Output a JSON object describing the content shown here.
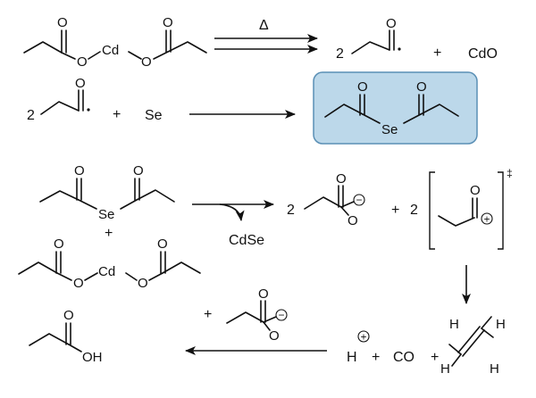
{
  "scheme": {
    "reaction1": {
      "reactant": [
        "O",
        "Cd",
        "O",
        "O",
        "O"
      ],
      "arrow_label": "Δ",
      "coef": "2",
      "acyl_O": "O",
      "plus": "+",
      "cdo": "CdO"
    },
    "reaction2": {
      "coef": "2",
      "acyl_O": "O",
      "plus": "+",
      "se": "Se",
      "product": [
        "O",
        "O",
        "Se"
      ]
    },
    "reaction3": {
      "reactant_top": [
        "O",
        "Se",
        "O"
      ],
      "plus": "+",
      "reactant_bottom": [
        "O",
        "Cd",
        "O",
        "O",
        "O"
      ],
      "byproduct": "CdSe",
      "coef1": "2",
      "carboxylate_O": [
        "O",
        "O"
      ],
      "charge_minus": "−",
      "plus2": "+",
      "coef2": "2",
      "acylium_O": "O",
      "charge_plus": "+",
      "dagger": "‡"
    },
    "reaction4": {
      "products": [
        "H",
        "+",
        "CO",
        "+"
      ],
      "proton_charge": "+",
      "ethylene_H": [
        "H",
        "H",
        "H",
        "H"
      ],
      "anion_plus": "+",
      "anion_O": [
        "O",
        "O"
      ],
      "anion_charge": "−",
      "acid_O": "O",
      "acid_OH": "OH"
    }
  }
}
